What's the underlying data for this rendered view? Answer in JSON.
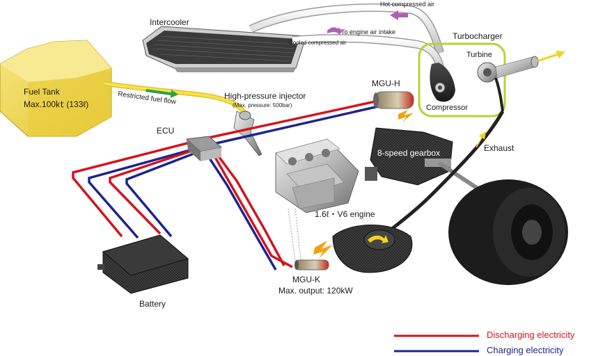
{
  "labels": {
    "intercooler": "Intercooler",
    "hot_air": "Hot compressed air",
    "engine_air": "To engine air intake",
    "cooled_air": "Cooled compressed air",
    "turbocharger": "Turbocharger",
    "turbine": "Turbine",
    "compressor": "Compressor",
    "mgu_h": "MGU-H",
    "fuel_tank": "Fuel Tank",
    "fuel_capacity": "Max.100㏏ (133ℓ)",
    "restricted_fuel": "Restricted fuel flow",
    "injector": "High-pressure injector",
    "injector_pressure": "(Max. pressure: 500bar)",
    "ecu": "ECU",
    "gearbox": "8-speed gearbox",
    "exhaust": "Exhaust",
    "engine": "1.6ℓ・V6 engine",
    "mgu_k": "MGU-K",
    "mgu_k_output": "Max. output: 120kW",
    "battery": "Battery"
  },
  "legend": {
    "discharging": "Discharging electricity",
    "charging": "Charging electricity"
  },
  "colors": {
    "discharging": "#d3141e",
    "charging": "#1d238f",
    "fuel_tank": "#f2d94a",
    "turbo_highlight": "#b5d334",
    "airflow_arrow": "#b05fb5",
    "fuel_arrow": "#2ea043",
    "exhaust_arrow": "#f5d21e"
  }
}
